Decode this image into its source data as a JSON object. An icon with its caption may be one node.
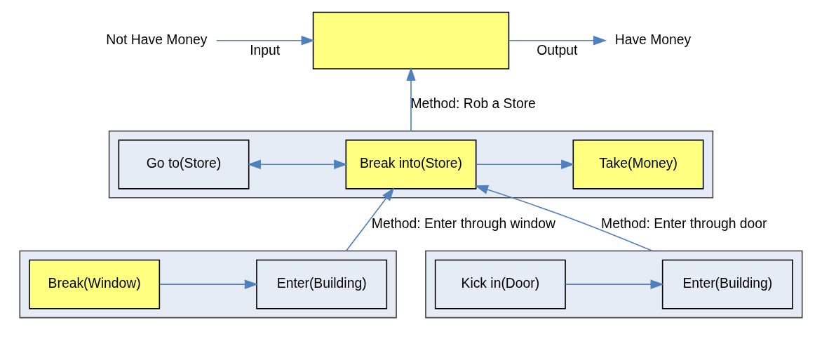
{
  "diagram": {
    "nodes": [
      {
        "text": [
          "Not Have Money"
        ]
      },
      {
        "text": [],
        "shape": "box"
      },
      {
        "text": [
          "Have Money"
        ]
      },
      {
        "text": [],
        "shape": "box"
      },
      {
        "text": [
          "Go to(Store)"
        ],
        "in": 3
      },
      {
        "text": [
          "Break into(Store)"
        ],
        "in": 3
      },
      {
        "text": [
          "Take(Money)"
        ],
        "in": 3
      },
      {
        "text": [],
        "shape": "box"
      },
      {
        "text": [
          "Break(Window)"
        ],
        "in": 7
      },
      {
        "text": [
          "Enter(Building)"
        ],
        "in": 7
      },
      {
        "text": [],
        "shape": "box"
      },
      {
        "text": [
          "Kick in(Door)"
        ],
        "in": 10
      },
      {
        "text": [
          "Enter(Building)"
        ],
        "in": 10
      }
    ],
    "edges": [
      {
        "from": 0,
        "to": 1,
        "arrow": "to",
        "label": "Input"
      },
      {
        "from": 1,
        "to": 2,
        "arrow": "to",
        "label": "Output"
      },
      {
        "from": 3,
        "to": 1,
        "arrow": "to",
        "label": "Method: Rob a Store"
      },
      {
        "from": 4,
        "to": 5,
        "arrow": "both"
      },
      {
        "from": 5,
        "to": 6,
        "arrow": "to"
      },
      {
        "from": 7,
        "to": 5,
        "arrow": "to",
        "label": "Method: Enter through window"
      },
      {
        "from": 10,
        "to": 5,
        "arrow": "to",
        "label": "Method: Enter through door"
      },
      {
        "from": 8,
        "to": 9,
        "arrow": "to"
      },
      {
        "from": 11,
        "to": 12,
        "arrow": "to"
      }
    ]
  }
}
